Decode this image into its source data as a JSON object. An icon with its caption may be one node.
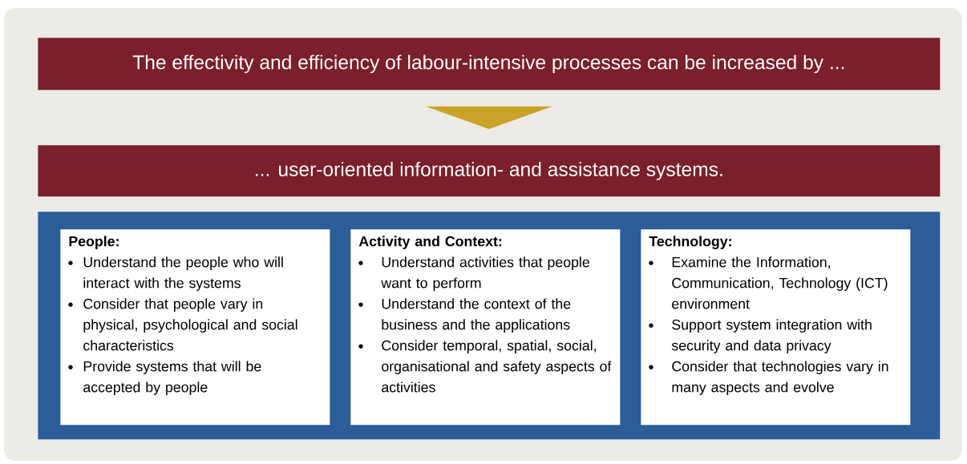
{
  "diagram": {
    "nodes": [
      {
        "text": [
          "The effectivity and efficiency of labour-intensive processes can be increased by ..."
        ]
      },
      {
        "text": [
          "... user-oriented information- and assistance systems."
        ]
      },
      {
        "text": [],
        "shape": "box"
      },
      {
        "text": [
          "People:",
          "Understand the people who will interact with the systems",
          "Consider that people vary in physical, psychological and social characteristics",
          "Provide systems that will be accepted by people"
        ],
        "in": 2
      },
      {
        "text": [
          "Activity and Context:",
          "Understand activities that people want to perform",
          "Understand the context of the business and the applications",
          "Consider temporal, spatial, social, organisational and safety aspects of activities"
        ],
        "in": 2
      },
      {
        "text": [
          "Technology:",
          "Examine the Information, Communication, Technology (ICT) environment",
          "Support system integration with security and data privacy",
          "Consider that technologies vary in many aspects and evolve"
        ],
        "in": 2
      }
    ],
    "edges": [
      {
        "from": 0,
        "to": 1,
        "arrow": "to"
      }
    ]
  }
}
